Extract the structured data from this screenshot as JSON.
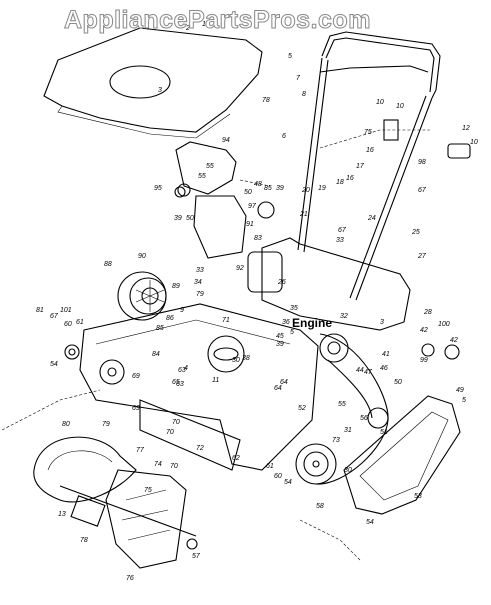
{
  "watermark": "AppliancePartsPros.com",
  "engine_label": "Engine",
  "part_numbers": [
    "1",
    "2",
    "3",
    "5",
    "78",
    "7",
    "6",
    "8",
    "10",
    "75",
    "10",
    "12",
    "10",
    "16",
    "98",
    "94",
    "55",
    "48",
    "50",
    "95",
    "39",
    "50",
    "97",
    "91",
    "85",
    "39",
    "20",
    "17",
    "16",
    "18",
    "19",
    "21",
    "67",
    "33",
    "24",
    "25",
    "27",
    "67",
    "90",
    "88",
    "33",
    "34",
    "79",
    "92",
    "83",
    "26",
    "28",
    "81",
    "67",
    "101",
    "60",
    "61",
    "89",
    "86",
    "85",
    "9",
    "71",
    "36",
    "35",
    "5",
    "45",
    "39",
    "32",
    "3",
    "41",
    "42",
    "100",
    "42",
    "54",
    "69",
    "63",
    "11",
    "30",
    "38",
    "64",
    "84",
    "70",
    "69",
    "65",
    "52",
    "99",
    "47",
    "49",
    "5",
    "46",
    "44",
    "50",
    "55",
    "51",
    "31",
    "73",
    "62",
    "61",
    "60",
    "54",
    "58",
    "30",
    "53",
    "56",
    "57",
    "76",
    "77",
    "80",
    "79",
    "70",
    "74",
    "70",
    "72",
    "13",
    "75",
    "78",
    "55",
    "63",
    "4",
    "64",
    "54"
  ]
}
